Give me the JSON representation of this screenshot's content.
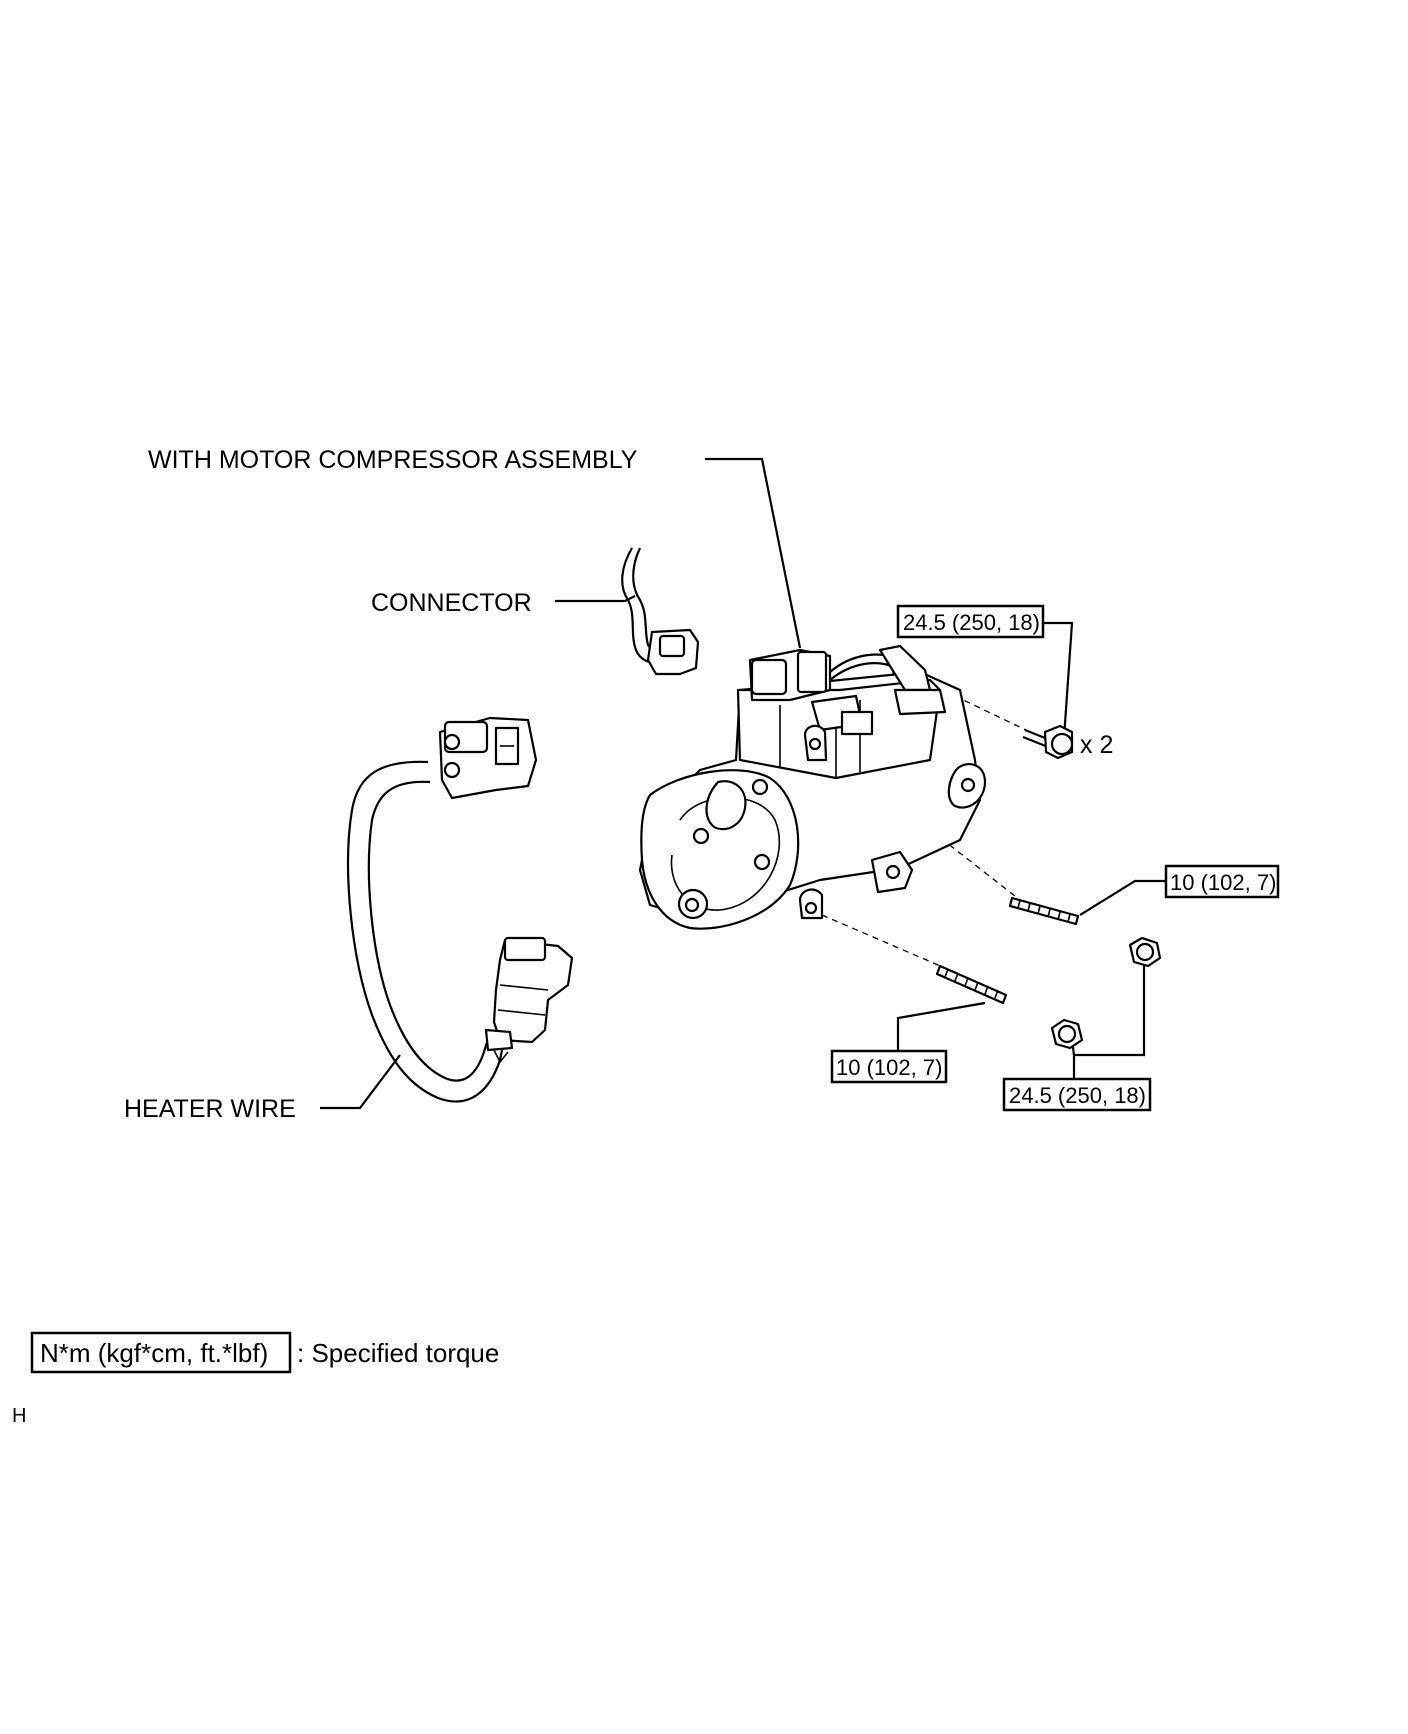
{
  "labels": {
    "compressor": "WITH MOTOR COMPRESSOR ASSEMBLY",
    "connector": "CONNECTOR",
    "heater_wire": "HEATER WIRE",
    "quantity": "x 2"
  },
  "torque_specs": {
    "top_bolt": "24.5 (250, 18)",
    "right_stud": "10 (102, 7)",
    "lower_stud": "10 (102, 7)",
    "nuts": "24.5 (250, 18)"
  },
  "legend": {
    "unit": "N*m (kgf*cm, ft.*lbf)",
    "description": ": Specified torque"
  },
  "corner_mark": "H"
}
